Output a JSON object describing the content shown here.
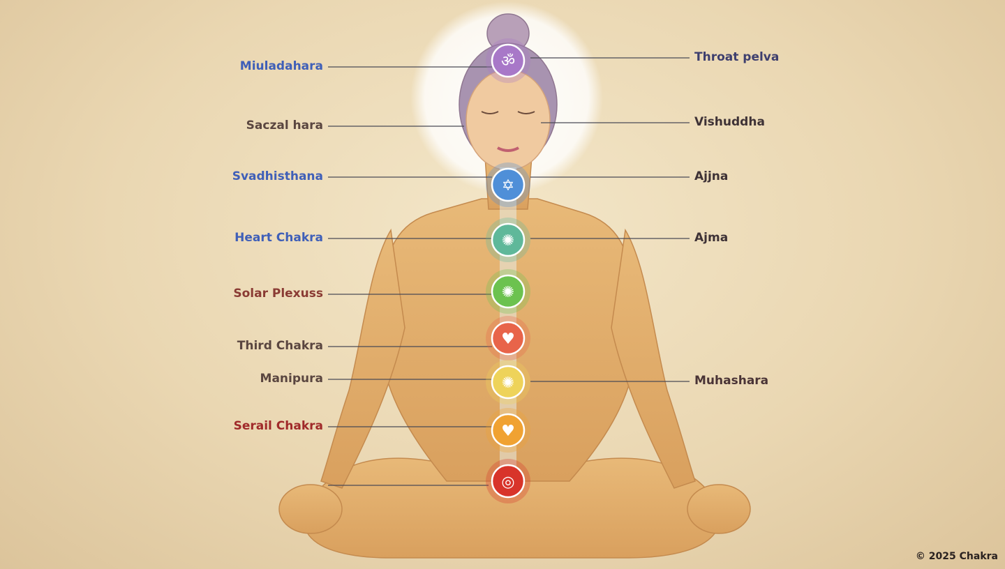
{
  "labels_left": [
    {
      "text": "Miuladahara",
      "color": "#3f5fb8"
    },
    {
      "text": "Saczal hara",
      "color": "#5a4640"
    },
    {
      "text": "Svadhisthana",
      "color": "#3f5fb8"
    },
    {
      "text": "Heart Chakra",
      "color": "#3f5fb8"
    },
    {
      "text": "Solar Plexuss",
      "color": "#8a3b34"
    },
    {
      "text": "Third Chakra",
      "color": "#5a4640"
    },
    {
      "text": "Manipura",
      "color": "#5a4640"
    },
    {
      "text": "Serail Chakra",
      "color": "#a02a2a"
    }
  ],
  "labels_right": [
    {
      "text": "Throat pelva",
      "color": "#3e3f6e"
    },
    {
      "text": "Vishuddha",
      "color": "#3e3236"
    },
    {
      "text": "Ajjna",
      "color": "#3e3236"
    },
    {
      "text": "Ajma",
      "color": "#3e3236"
    },
    {
      "text": "Muhashara",
      "color": "#4a3436"
    }
  ],
  "chakras": [
    {
      "color": "#a878c8",
      "icon": "lotus-symbol-icon"
    },
    {
      "color": "#4f8fd8",
      "icon": "star-symbol-icon"
    },
    {
      "color": "#5fb89a",
      "icon": "wheel-symbol-icon"
    },
    {
      "color": "#6cc24f",
      "icon": "sun-symbol-icon"
    },
    {
      "color": "#e8644a",
      "icon": "heart-icon"
    },
    {
      "color": "#eed35a",
      "icon": "sun-symbol-icon"
    },
    {
      "color": "#f0a232",
      "icon": "heart-icon"
    },
    {
      "color": "#d8342a",
      "icon": "root-symbol-icon"
    }
  ],
  "copyright": "© 2025 Chakra"
}
